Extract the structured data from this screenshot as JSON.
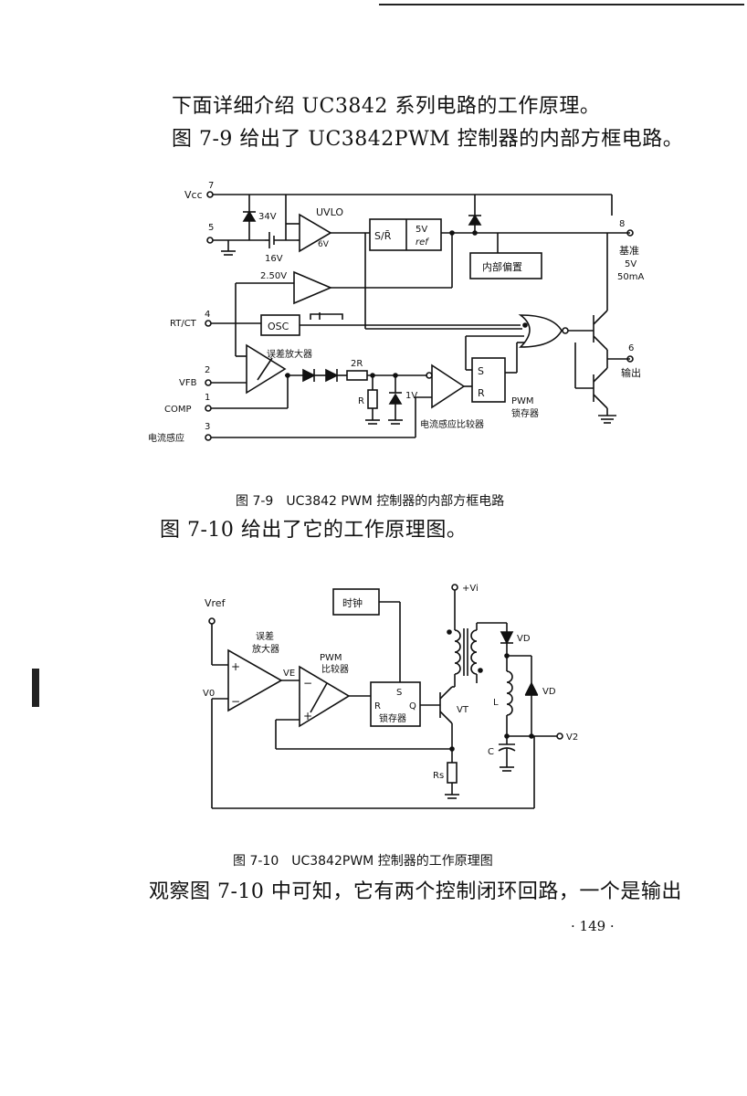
{
  "paragraphs": {
    "p1": "下面详细介绍 UC3842 系列电路的工作原理。",
    "p2": "图 7-9 给出了 UC3842PWM 控制器的内部方框电路。",
    "p3": "图 7-10 给出了它的工作原理图。",
    "p4": "观察图 7-10 中可知，它有两个控制闭环回路，一个是输出"
  },
  "figure_7_9": {
    "caption": "图 7-9　UC3842 PWM 控制器的内部方框电路",
    "pins": {
      "vcc_num": "7",
      "vcc": "Vcc",
      "gnd_num": "5",
      "rtct_num": "4",
      "rtct": "RT/CT",
      "vfb_num": "2",
      "vfb": "VFB",
      "comp_num": "1",
      "comp": "COMP",
      "cs_num": "3",
      "cs": "电流感应",
      "ref_num": "8",
      "ref_label": "基准",
      "ref_v": "5V",
      "ref_i": "50mA",
      "out_num": "6",
      "out": "输出"
    },
    "labels": {
      "zener34": "34V",
      "v16": "16V",
      "uvlo": "UVLO",
      "v6": "6V",
      "sr": "S/R̄",
      "ref5v": "5V",
      "ref": "ref",
      "bias": "内部偏置",
      "v250": "2.50V",
      "osc": "OSC",
      "erramp": "误差放大器",
      "r2": "2R",
      "r": "R",
      "v1": "1V",
      "cscomp": "电流感应比较器",
      "s": "S",
      "rr": "R",
      "pwm": "PWM",
      "latch": "锁存器"
    }
  },
  "figure_7_10": {
    "caption": "图 7-10　UC3842PWM 控制器的工作原理图",
    "labels": {
      "vref": "Vref",
      "erramp1": "误差",
      "erramp2": "放大器",
      "vo": "V0",
      "ve": "VE",
      "pwm1": "PWM",
      "pwm2": "比较器",
      "clock": "时钟",
      "s": "S",
      "r": "R",
      "q": "Q",
      "latch": "锁存器",
      "vin": "+Vi",
      "vt": "VT",
      "rs": "Rs",
      "vd1": "VD",
      "vd2": "VD",
      "l": "L",
      "c": "C",
      "v2": "V2"
    }
  },
  "page_number": "· 149 ·"
}
